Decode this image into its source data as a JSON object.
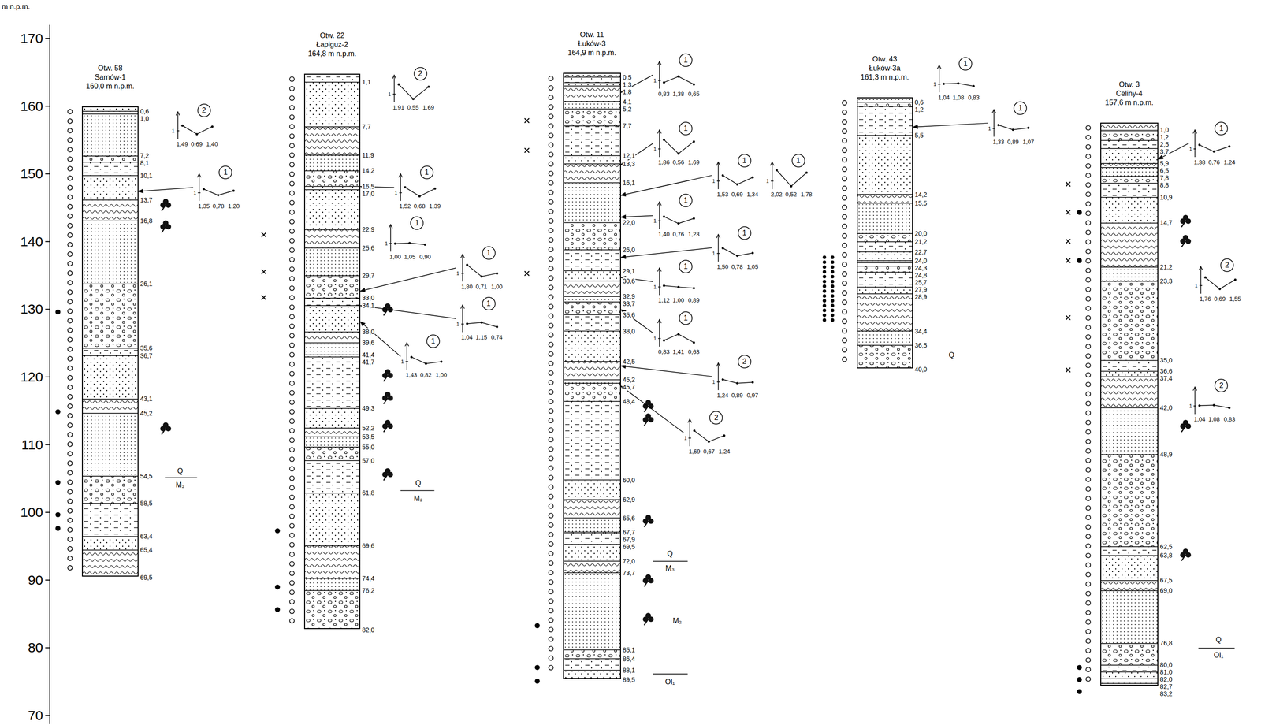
{
  "diagram": {
    "nodes": [
      {
        "text": [
          "Otw. 58",
          "Sarnów-1",
          "160,0 m n.p.m.",
          "0,6",
          "1,0",
          "7,2",
          "8,1",
          "10,1",
          "13,7",
          "16,8",
          "26,1",
          "35,6",
          "36,7",
          "43,1",
          "45,2",
          "54,5",
          "58,5",
          "63,4",
          "65,4",
          "69,5"
        ]
      },
      {
        "text": [
          "2",
          "1",
          "1,49",
          "0,69",
          "1,40"
        ]
      },
      {
        "text": [
          "1",
          "1",
          "1,35",
          "0,78",
          "1,20"
        ]
      },
      {
        "text": [
          "Otw. 22",
          "Łapiguz-2",
          "164,8 m n.p.m.",
          "1,1",
          "7,7",
          "11,9",
          "14,2",
          "17,0",
          "16,5",
          "22,9",
          "25,6",
          "29,7",
          "33,0",
          "34,1",
          "38,0",
          "39,6",
          "41,4",
          "41,7",
          "49,3",
          "52,2",
          "53,5",
          "55,0",
          "57,0",
          "61,8",
          "69,6",
          "74,4",
          "76,2",
          "82,0"
        ]
      },
      {
        "text": [
          "2",
          "1",
          "1,91",
          "0,55",
          "1,69"
        ]
      },
      {
        "text": [
          "1",
          "1",
          "1,52",
          "0,68",
          "1,39"
        ]
      },
      {
        "text": [
          "1",
          "1",
          "1,00",
          "1,05",
          "0,90"
        ]
      },
      {
        "text": [
          "1",
          "1",
          "1,80",
          "0,71",
          "1,00"
        ]
      },
      {
        "text": [
          "1",
          "1",
          "1,04",
          "1,15",
          "0,74"
        ]
      },
      {
        "text": [
          "1",
          "1",
          "1,43",
          "0,82",
          "1,00"
        ]
      },
      {
        "text": [
          "Otw. 11",
          "Łuków-3",
          "164,9 m n.p.m.",
          "0,5",
          "1,3",
          "1,8",
          "4,1",
          "5,2",
          "7,7",
          "12,1",
          "13,3",
          "16,1",
          "22,0",
          "26,0",
          "29,1",
          "30,6",
          "32,9",
          "33,7",
          "35,6",
          "38,0",
          "42,5",
          "45,2",
          "45,7",
          "48,4",
          "60,0",
          "62,9",
          "65,6",
          "67,7",
          "67,9",
          "69,5",
          "72,0",
          "73,7",
          "85,1",
          "86,4",
          "88,1",
          "89,5"
        ]
      },
      {
        "text": [
          "1",
          "1",
          "0,83",
          "1,38",
          "0,65"
        ]
      },
      {
        "text": [
          "1",
          "1",
          "1,86",
          "0,56",
          "1,69"
        ]
      },
      {
        "text": [
          "1",
          "1",
          "1,53",
          "0,69",
          "1,34"
        ]
      },
      {
        "text": [
          "1",
          "1",
          "2,02",
          "0,52",
          "1,78"
        ]
      },
      {
        "text": [
          "1",
          "1",
          "1,40",
          "0,76",
          "1,23"
        ]
      },
      {
        "text": [
          "1",
          "1",
          "1,50",
          "0,78",
          "1,05"
        ]
      },
      {
        "text": [
          "1",
          "1",
          "1,12",
          "1,00",
          "0,89"
        ]
      },
      {
        "text": [
          "1",
          "1",
          "0,83",
          "1,41",
          "0,63"
        ]
      },
      {
        "text": [
          "2",
          "1",
          "1,24",
          "0,89",
          "0,97"
        ]
      },
      {
        "text": [
          "2",
          "1",
          "1,69",
          "0,67",
          "1,24"
        ]
      },
      {
        "text": [
          "Otw. 43",
          "Łuków-3a",
          "161,3 m n.p.m.",
          "0,6",
          "1,2",
          "5,5",
          "14,2",
          "15,5",
          "20,0",
          "21,2",
          "22,7",
          "24,0",
          "24,3",
          "24,8",
          "25,7",
          "27,9",
          "28,9",
          "34,4",
          "36,5",
          "40,0"
        ]
      },
      {
        "text": [
          "1",
          "1",
          "1,04",
          "1,08",
          "0,83"
        ]
      },
      {
        "text": [
          "1",
          "1",
          "1,33",
          "0,89",
          "1,07"
        ]
      },
      {
        "text": [
          "Otw. 3",
          "Celiny-4",
          "157,6 m n.p.m.",
          "1,0",
          "1,2",
          "2,5",
          "3,7",
          "5,9",
          "6,5",
          "7,8",
          "8,8",
          "10,9",
          "14,7",
          "21,2",
          "23,3",
          "35,0",
          "36,6",
          "37,4",
          "42,0",
          "48,9",
          "62,5",
          "63,8",
          "67,5",
          "69,0",
          "76,8",
          "80,0",
          "81,0",
          "82,0",
          "83,2",
          "82,7"
        ]
      },
      {
        "text": [
          "1",
          "1",
          "1,38",
          "0,76",
          "1,24"
        ]
      },
      {
        "text": [
          "2",
          "1",
          "1,76",
          "0,69",
          "1,55"
        ]
      },
      {
        "text": [
          "2",
          "1",
          "1,04",
          "1,08",
          "0,83"
        ]
      }
    ],
    "edges": [
      {
        "from": 2,
        "to": 0,
        "arrow": "to"
      },
      {
        "from": 5,
        "to": 3,
        "arrow": "to"
      },
      {
        "from": 7,
        "to": 3,
        "arrow": "to"
      },
      {
        "from": 8,
        "to": 3,
        "arrow": "to"
      },
      {
        "from": 9,
        "to": 3,
        "arrow": "to"
      },
      {
        "from": 11,
        "to": 10,
        "arrow": "to"
      },
      {
        "from": 12,
        "to": 10,
        "arrow": "to"
      },
      {
        "from": 13,
        "to": 10,
        "arrow": "to"
      },
      {
        "from": 15,
        "to": 10,
        "arrow": "to"
      },
      {
        "from": 16,
        "to": 10,
        "arrow": "to"
      },
      {
        "from": 17,
        "to": 10,
        "arrow": "to"
      },
      {
        "from": 18,
        "to": 10,
        "arrow": "to"
      },
      {
        "from": 19,
        "to": 10,
        "arrow": "to"
      },
      {
        "from": 20,
        "to": 10,
        "arrow": "to"
      },
      {
        "from": 23,
        "to": 21,
        "arrow": "to"
      },
      {
        "from": 25,
        "to": 24,
        "arrow": "to"
      }
    ],
    "labels": [
      "m n.p.m.",
      "170",
      "160",
      "150",
      "140",
      "130",
      "120",
      "110",
      "100",
      "90",
      "80",
      "70",
      "Q",
      "M₂",
      "Q",
      "M₂",
      "Q",
      "M₃",
      "M₂",
      "Ol₁",
      "Q",
      "Q",
      "Ol₁"
    ]
  }
}
